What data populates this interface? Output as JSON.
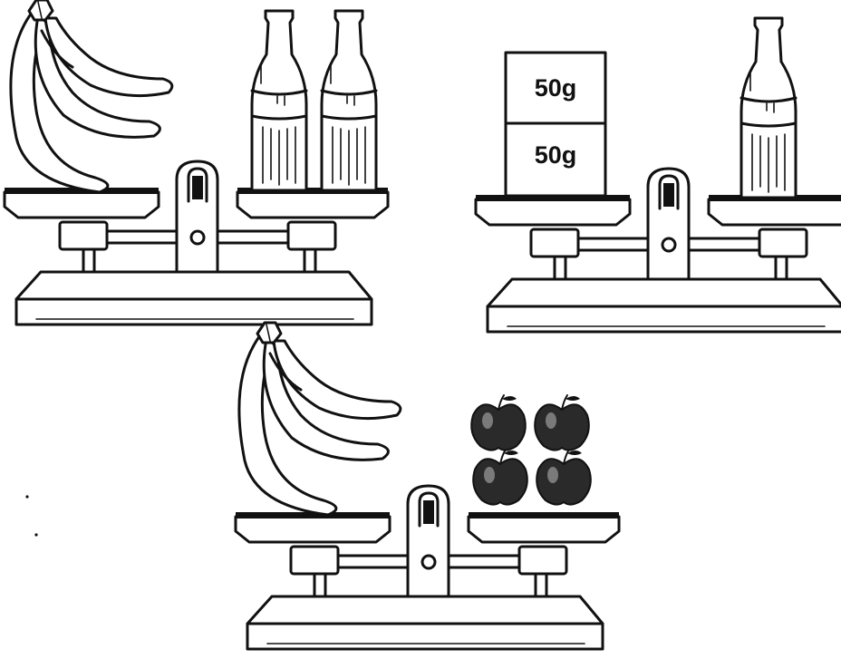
{
  "scales": [
    {
      "left_pan": [
        {
          "item": "bananas",
          "count": 1
        }
      ],
      "right_pan": [
        {
          "item": "bottle",
          "count": 2
        }
      ]
    },
    {
      "left_pan": [
        {
          "item": "weight",
          "count": 2,
          "labels": [
            "50g",
            "50g"
          ]
        }
      ],
      "right_pan": [
        {
          "item": "bottle",
          "count": 1
        }
      ]
    },
    {
      "left_pan": [
        {
          "item": "bananas",
          "count": 1
        }
      ],
      "right_pan": [
        {
          "item": "apple",
          "count": 4
        }
      ]
    }
  ],
  "weights": {
    "top_label": "50g",
    "bottom_label": "50g"
  },
  "colors": {
    "ink": "#111111",
    "background": "#ffffff"
  }
}
